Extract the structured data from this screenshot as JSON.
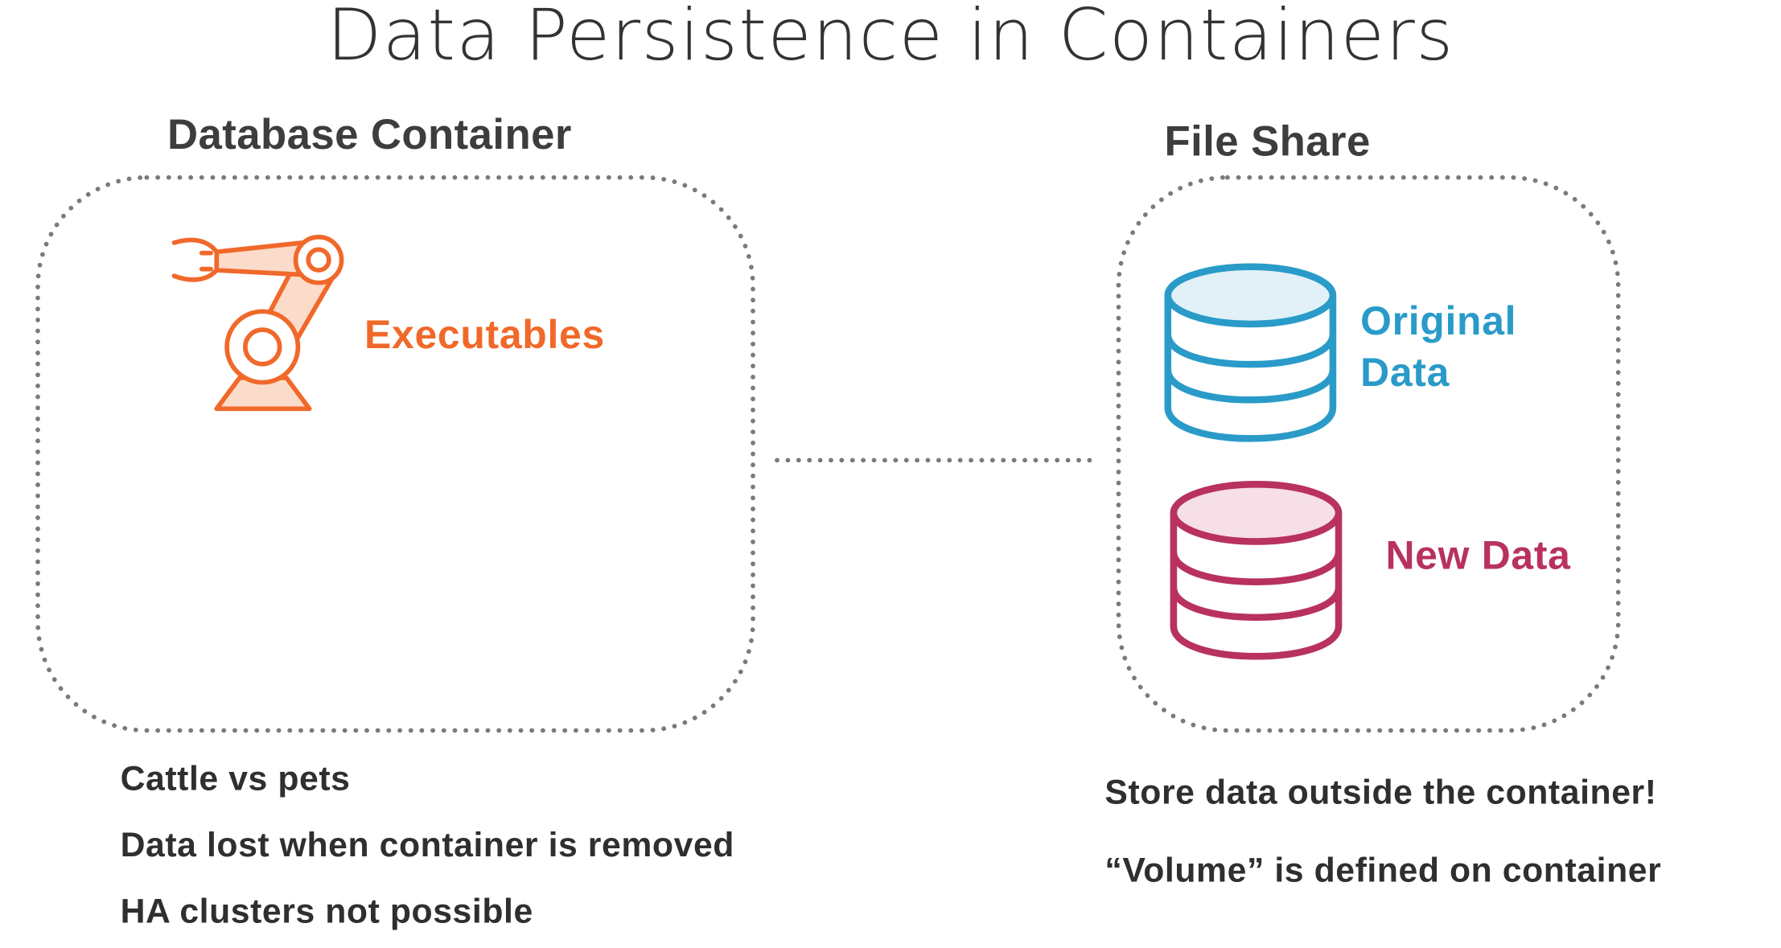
{
  "title": "Data Persistence in Containers",
  "database_container": {
    "label": "Database Container",
    "executables_label": "Executables",
    "executables_icon": "robot-arm-icon",
    "notes": [
      "Cattle vs pets",
      "Data lost when container is removed",
      "HA clusters not possible"
    ]
  },
  "file_share": {
    "label": "File Share",
    "original_data": {
      "line1": "Original",
      "line2": "Data",
      "icon": "database-icon"
    },
    "new_data": {
      "label": "New Data",
      "icon": "database-icon"
    },
    "notes": [
      "Store data outside the container!",
      "“Volume” is defined on container"
    ]
  },
  "colors": {
    "executables": "#f0692a",
    "original_data": "#2a9bc8",
    "new_data": "#b8325d",
    "dotted_border": "#7a7a7a"
  }
}
